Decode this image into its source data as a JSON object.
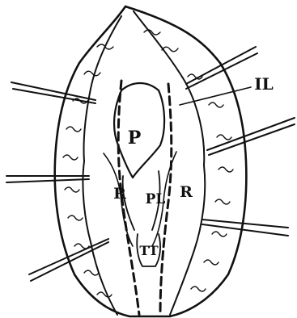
{
  "figure": {
    "colors": {
      "ink": "#111111",
      "paper": "#ffffff"
    },
    "labels": {
      "p": "P",
      "pl": "PL",
      "r_left": "R",
      "r_right": "R",
      "tt": "TT",
      "il": "IL"
    }
  }
}
